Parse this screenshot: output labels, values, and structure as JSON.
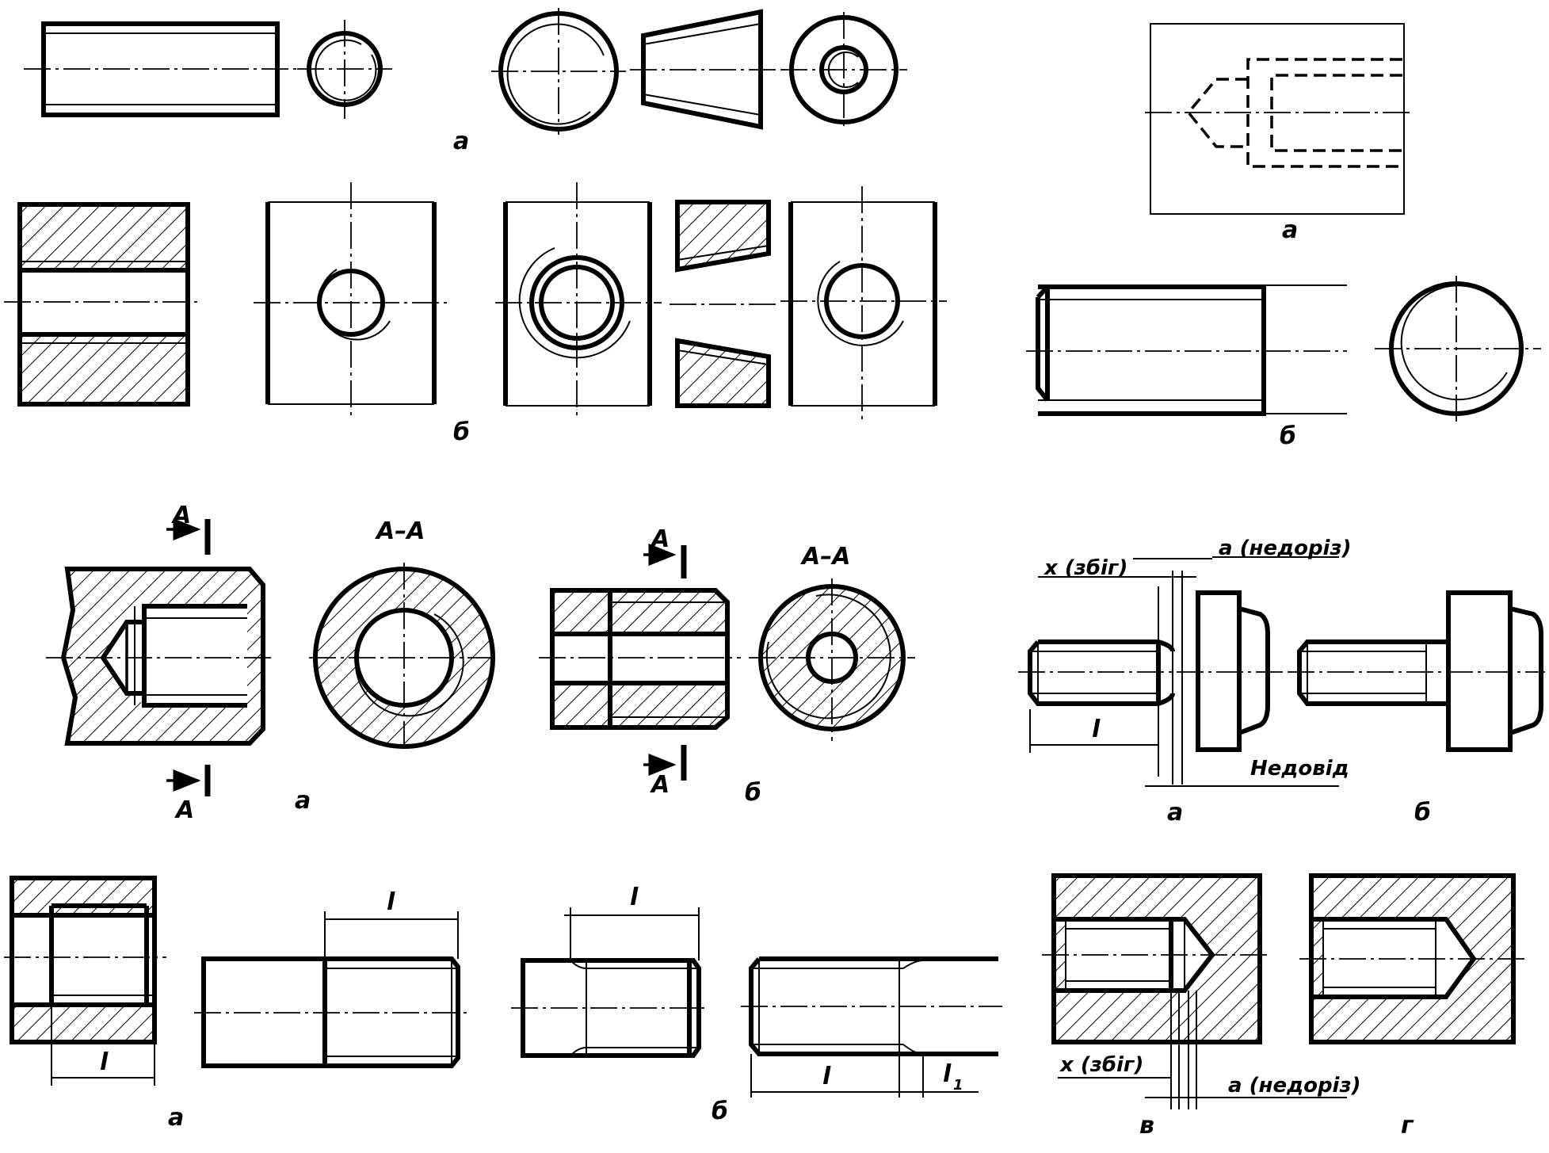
{
  "labels": {
    "a": "а",
    "b": "б",
    "v": "в",
    "g": "г",
    "section_A": "А",
    "section_AA": "А–А",
    "l": "l",
    "l1": "l",
    "l1_sub": "1",
    "runout": "x (збіг)",
    "undercut": "а (недоріз)",
    "underrun": "Недовід"
  },
  "colors": {
    "line": "#000000",
    "background": "#ffffff"
  }
}
